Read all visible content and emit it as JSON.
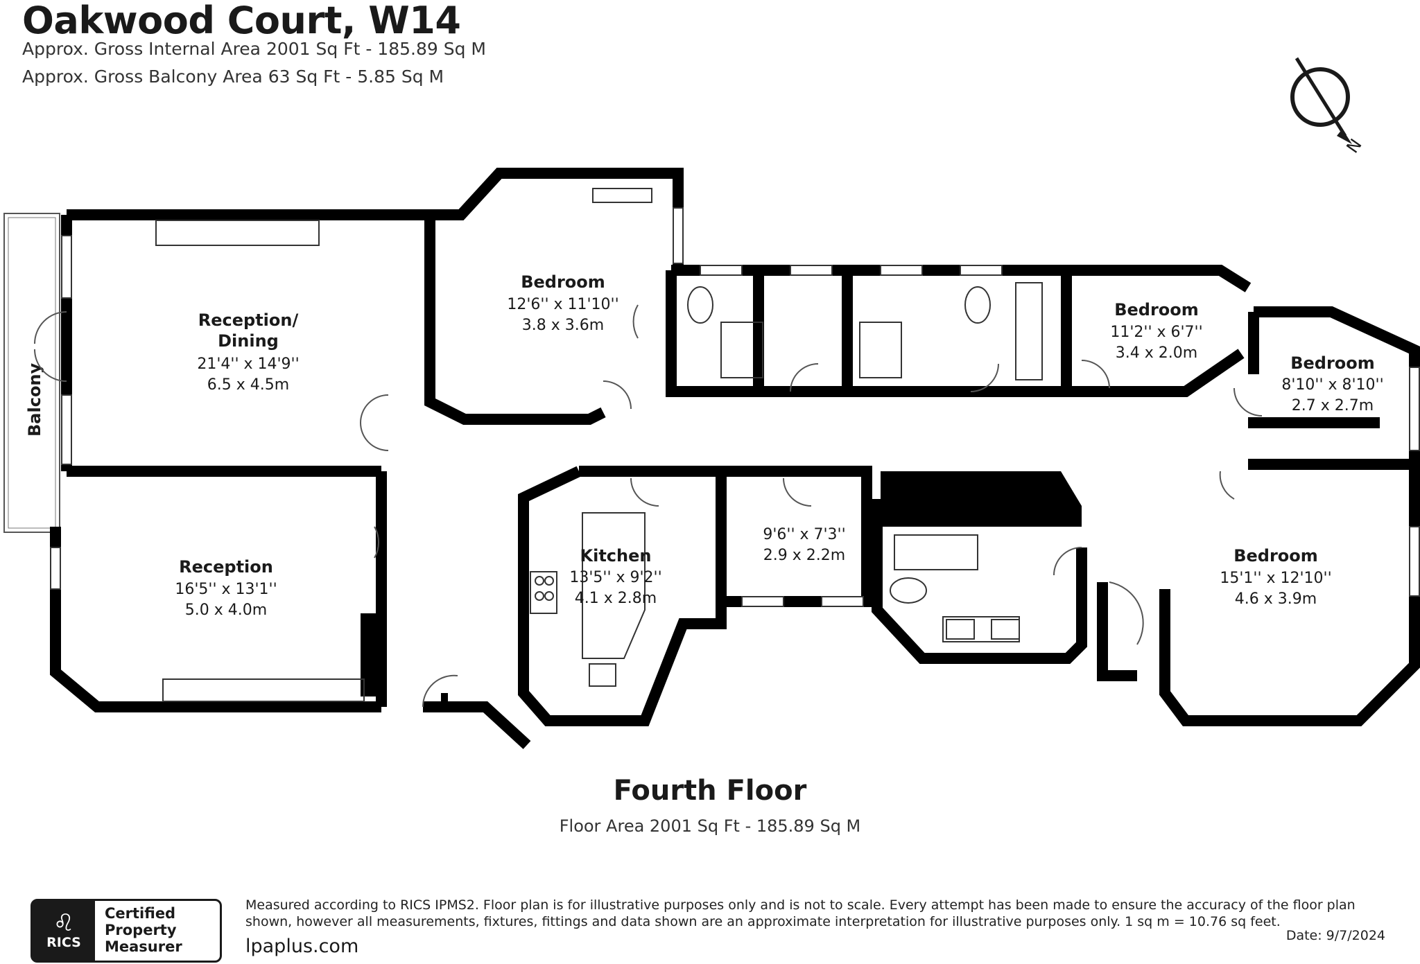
{
  "header": {
    "title": "Oakwood Court, W14",
    "internal_area": "Approx. Gross Internal Area 2001 Sq Ft - 185.89 Sq M",
    "balcony_area": "Approx. Gross Balcony Area 63 Sq Ft - 5.85 Sq M"
  },
  "compass": {
    "label": "N"
  },
  "rooms": {
    "reception_dining": {
      "name1": "Reception/",
      "name2": "Dining",
      "imperial": "21'4'' x 14'9''",
      "metric": "6.5 x 4.5m"
    },
    "bedroom_1": {
      "name": "Bedroom",
      "imperial": "12'6'' x 11'10''",
      "metric": "3.8 x 3.6m"
    },
    "bedroom_2": {
      "name": "Bedroom",
      "imperial": "11'2'' x 6'7''",
      "metric": "3.4 x 2.0m"
    },
    "bedroom_3": {
      "name": "Bedroom",
      "imperial": "8'10'' x 8'10''",
      "metric": "2.7 x 2.7m"
    },
    "reception": {
      "name": "Reception",
      "imperial": "16'5'' x 13'1''",
      "metric": "5.0 x 4.0m"
    },
    "kitchen": {
      "name": "Kitchen",
      "imperial": "13'5'' x 9'2''",
      "metric": "4.1 x 2.8m"
    },
    "study": {
      "imperial": "9'6'' x 7'3''",
      "metric": "2.9 x 2.2m"
    },
    "bedroom_4": {
      "name": "Bedroom",
      "imperial": "15'1'' x 12'10''",
      "metric": "4.6 x 3.9m"
    },
    "balcony": {
      "name": "Balcony"
    }
  },
  "floor": {
    "name": "Fourth Floor",
    "area": "Floor Area 2001 Sq Ft - 185.89 Sq M"
  },
  "footer": {
    "badge_org": "RICS",
    "badge_line1": "Certified",
    "badge_line2": "Property",
    "badge_line3": "Measurer",
    "disclaimer": "Measured according to RICS IPMS2. Floor plan is for illustrative purposes only and is not to scale. Every attempt has been made to ensure the accuracy of the floor plan shown, however all measurements, fixtures, fittings and data shown are an approximate interpretation for illustrative purposes only. 1 sq m = 10.76 sq feet.",
    "date": "Date: 9/7/2024",
    "website": "lpaplus.com"
  }
}
